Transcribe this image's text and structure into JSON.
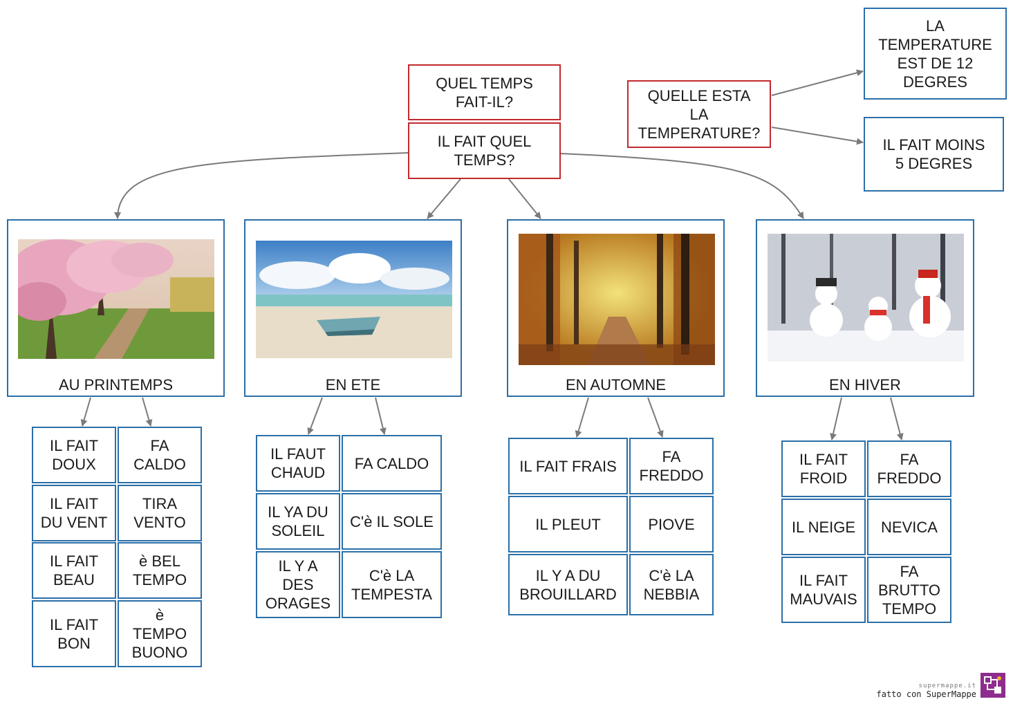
{
  "question": {
    "top": "QUEL TEMPS\nFAIT-IL?",
    "bottom": "IL FAIT QUEL\nTEMPS?"
  },
  "temperature": {
    "question": "QUELLE ESTA\nLA\nTEMPERATURE?",
    "answer1": "LA\nTEMPERATURE\nEST DE 12\nDEGRES",
    "answer2": "IL FAIT MOINS\n5 DEGRES"
  },
  "seasons": [
    {
      "label": "AU PRINTEMPS",
      "image": "spring-cherry-blossom-path",
      "french": [
        "IL FAIT\nDOUX",
        "IL FAIT\nDU VENT",
        "IL FAIT\nBEAU",
        "IL FAIT\nBON"
      ],
      "italian": [
        "FA\nCALDO",
        "TIRA\nVENTO",
        "è BEL\nTEMPO",
        "è\nTEMPO\nBUONO"
      ]
    },
    {
      "label": "EN ETE",
      "image": "summer-beach-boat",
      "french": [
        "IL FAUT\nCHAUD",
        "IL YA DU\nSOLEIL",
        "IL Y A\nDES\nORAGES"
      ],
      "italian": [
        "FA CALDO",
        "C'è IL SOLE",
        "C'è LA\nTEMPESTA"
      ]
    },
    {
      "label": "EN AUTOMNE",
      "image": "autumn-forest-path",
      "french": [
        "IL FAIT FRAIS",
        "IL PLEUT",
        "IL Y A DU\nBROUILLARD"
      ],
      "italian": [
        "FA\nFREDDO",
        "PIOVE",
        "C'è LA\nNEBBIA"
      ]
    },
    {
      "label": "EN HIVER",
      "image": "winter-snowmen",
      "french": [
        "IL FAIT\nFROID",
        "IL NEIGE",
        "IL FAIT\nMAUVAIS"
      ],
      "italian": [
        "FA\nFREDDO",
        "NEVICA",
        "FA\nBRUTTO\nTEMPO"
      ]
    }
  ],
  "footer": {
    "site": "supermappe.it",
    "made_with": "fatto con SuperMappe"
  },
  "colors": {
    "question_border": "#c0292f",
    "node_border": "#2a6fa8",
    "arrow": "#7a7a7a",
    "logo": "#8e2d8e"
  }
}
